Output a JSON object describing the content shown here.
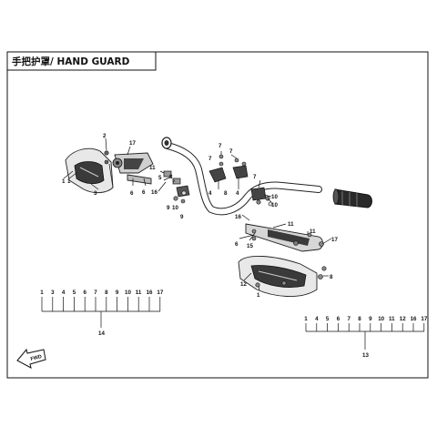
{
  "title": "手把护罩/ HAND GUARD",
  "fwd_label": "FWD",
  "callouts": {
    "c1": "1",
    "c2": "1",
    "c3": "3",
    "c4": "6",
    "c5": "2",
    "c6": "17",
    "c7": "11",
    "c8": "6",
    "c9": "16",
    "c10": "5",
    "c11": "8",
    "c12": "9",
    "c13": "10",
    "c14": "9",
    "c15": "7",
    "c16": "7",
    "c17": "7",
    "c18": "4",
    "c19": "4",
    "c20": "8",
    "c21": "7",
    "c22": "10",
    "c23": "10",
    "c24": "16",
    "c25": "11",
    "c26": "11",
    "c27": "6",
    "c28": "15",
    "c29": "17",
    "c30": "12",
    "c31": "1",
    "c32": "8"
  },
  "legend_left": {
    "items": [
      "1",
      "3",
      "4",
      "5",
      "6",
      "7",
      "8",
      "9",
      "10",
      "11",
      "16",
      "17"
    ],
    "assembly": "14"
  },
  "legend_right": {
    "items": [
      "1",
      "4",
      "5",
      "6",
      "7",
      "8",
      "9",
      "10",
      "11",
      "12",
      "16",
      "17"
    ],
    "assembly": "13"
  }
}
